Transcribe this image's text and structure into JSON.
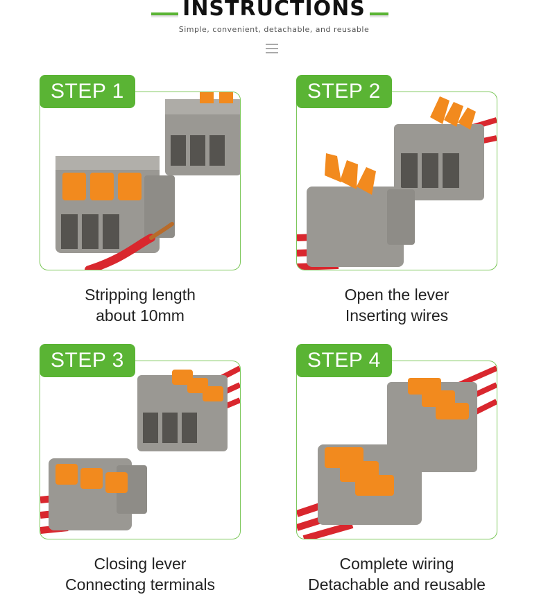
{
  "header": {
    "title": "INSTRUCTIONS",
    "subtitle": "Simple, convenient, detachable, and reusable"
  },
  "steps": [
    {
      "badge": "STEP 1",
      "caption_line1": "Stripping length",
      "caption_line2": "about 10mm"
    },
    {
      "badge": "STEP 2",
      "caption_line1": "Open the lever",
      "caption_line2": "Inserting wires"
    },
    {
      "badge": "STEP 3",
      "caption_line1": "Closing lever",
      "caption_line2": "Connecting terminals"
    },
    {
      "badge": "STEP 4",
      "caption_line1": "Complete wiring",
      "caption_line2": "Detachable and reusable"
    }
  ],
  "colors": {
    "accent_green": "#5ab434",
    "connector_gray": "#9a9893",
    "lever_orange": "#f28a1e",
    "wire_red": "#d9272e"
  }
}
